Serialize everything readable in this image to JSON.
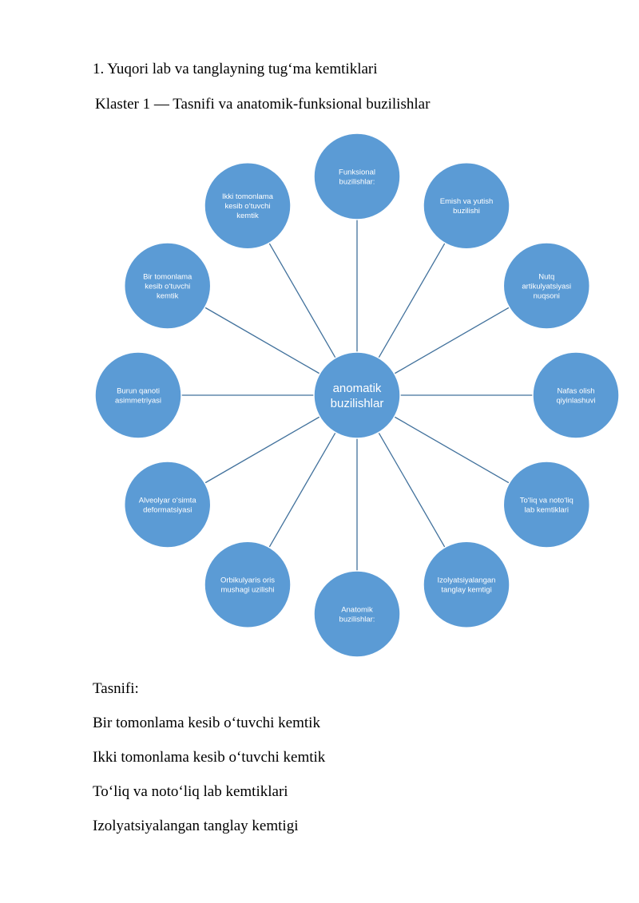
{
  "heading": "1. Yuqori lab va tanglayning tug‘ma kemtiklari",
  "subheading": "Klaster 1 — Tasnifi va anatomik-funksional buzilishlar",
  "diagram": {
    "center": {
      "lines": [
        "anomatik",
        "buzilishlar"
      ]
    },
    "nodes": [
      {
        "id": "funksional",
        "lines": [
          "Funksional",
          "buzilishlar:"
        ]
      },
      {
        "id": "emish",
        "lines": [
          "Emish va yutish",
          "buzilishi"
        ]
      },
      {
        "id": "nutq",
        "lines": [
          "Nutq",
          "artikulyatsiyasi",
          "nuqsoni"
        ]
      },
      {
        "id": "nafas",
        "lines": [
          "Nafas olish",
          "qiyinlashuvi"
        ]
      },
      {
        "id": "toliq",
        "lines": [
          "To‘liq va noto‘liq",
          "lab kemtiklari"
        ]
      },
      {
        "id": "izolyatsiyalangan",
        "lines": [
          "Izolyatsiyalangan",
          "tanglay kemtigi"
        ]
      },
      {
        "id": "anatomik",
        "lines": [
          "Anatomik",
          "buzilishlar:"
        ]
      },
      {
        "id": "orbikulyaris",
        "lines": [
          "Orbikulyaris oris",
          "mushagi uzilishi"
        ]
      },
      {
        "id": "alveolyar",
        "lines": [
          "Alveolyar o‘simta",
          "deformatsiyasi"
        ]
      },
      {
        "id": "burun",
        "lines": [
          "Burun qanoti",
          "asimmetriyasi"
        ]
      },
      {
        "id": "bir-tomonlama",
        "lines": [
          "Bir tomonlama",
          "kesib o‘tuvchi",
          "kemtik"
        ]
      },
      {
        "id": "ikki-tomonlama",
        "lines": [
          "Ikki tomonlama",
          "kesib o‘tuvchi",
          "kemtik"
        ]
      }
    ],
    "colors": {
      "fill": "#5b9bd5",
      "stroke": "#ffffff",
      "line": "#41719c",
      "text": "#ffffff"
    }
  },
  "tasnifi": {
    "title": "Tasnifi:",
    "items": [
      "Bir tomonlama kesib o‘tuvchi kemtik",
      "Ikki tomonlama kesib o‘tuvchi kemtik",
      "To‘liq va noto‘liq lab kemtiklari",
      "Izolyatsiyalangan tanglay kemtigi"
    ]
  }
}
